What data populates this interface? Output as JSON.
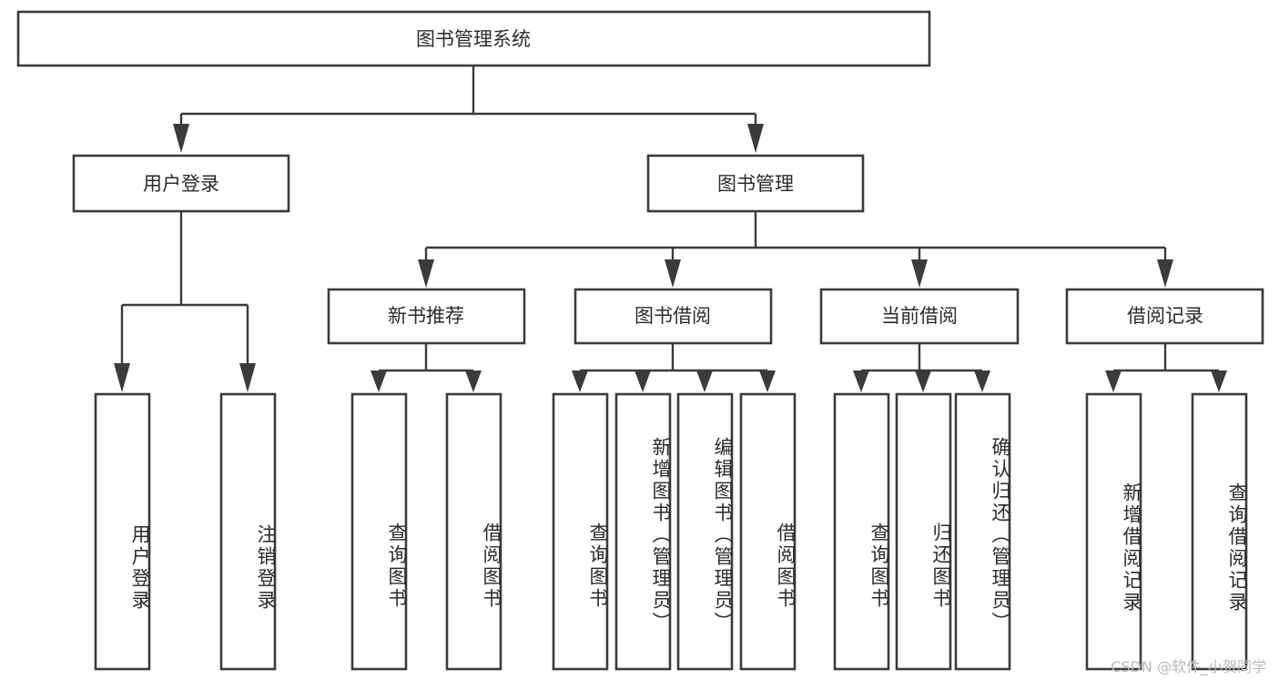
{
  "diagram": {
    "title": "图书管理系统",
    "type": "tree-hierarchy",
    "root": {
      "label": "图书管理系统"
    },
    "level2": [
      {
        "label": "用户登录"
      },
      {
        "label": "图书管理"
      }
    ],
    "level3": [
      {
        "label": "新书推荐"
      },
      {
        "label": "图书借阅"
      },
      {
        "label": "当前借阅"
      },
      {
        "label": "借阅记录"
      }
    ],
    "leaves": {
      "user_login": [
        {
          "label": "用户登录"
        },
        {
          "label": "注销登录"
        }
      ],
      "new_book_recommend": [
        {
          "label": "查询图书"
        },
        {
          "label": "借阅图书"
        }
      ],
      "book_borrow": [
        {
          "label": "查询图书"
        },
        {
          "label": "新增图书（管理员）"
        },
        {
          "label": "编辑图书（管理员）"
        },
        {
          "label": "借阅图书"
        }
      ],
      "current_borrow": [
        {
          "label": "查询图书"
        },
        {
          "label": "归还图书"
        },
        {
          "label": "确认归还（管理员）"
        }
      ],
      "borrow_record": [
        {
          "label": "新增借阅记录"
        },
        {
          "label": "查询借阅记录"
        }
      ]
    }
  },
  "watermark": {
    "text": "CSDN @软件_小贺同学"
  },
  "colors": {
    "box_stroke": "#3b3b3b",
    "box_fill": "#ffffff",
    "text": "#2b2b2b",
    "connector": "#3b3b3b",
    "watermark": "#b9b9b9",
    "background": "#ffffff"
  }
}
